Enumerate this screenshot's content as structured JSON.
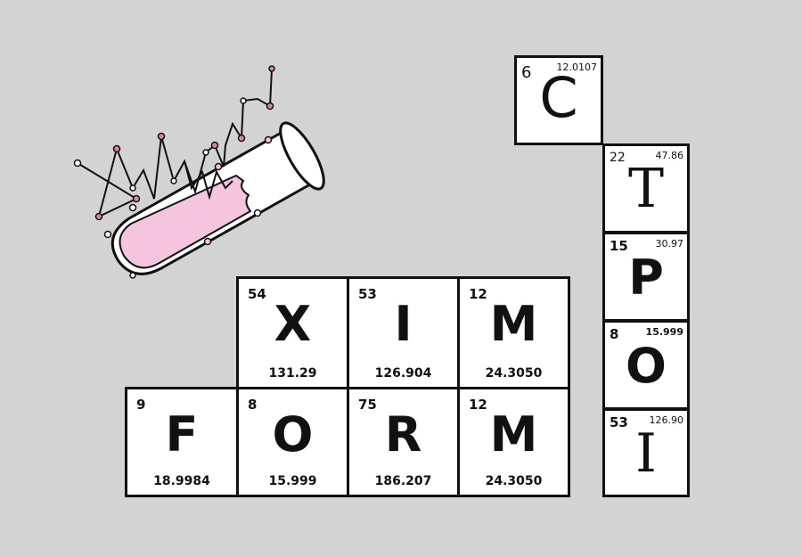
{
  "colors": {
    "background": "#d3d3d3",
    "tile_fill": "#ffffff",
    "tile_border": "#111111",
    "liquid": "#f5c4df",
    "molecule_dot": "#d9869f"
  },
  "icons": {
    "illustration": "test-tube-molecule-icon"
  },
  "horizontal_words": {
    "top_row": [
      {
        "number": "54",
        "symbol": "X",
        "mass": "131.29"
      },
      {
        "number": "53",
        "symbol": "I",
        "mass": "126.904"
      },
      {
        "number": "12",
        "symbol": "M",
        "mass": "24.3050"
      }
    ],
    "bottom_row": [
      {
        "number": "9",
        "symbol": "F",
        "mass": "18.9984"
      },
      {
        "number": "8",
        "symbol": "O",
        "mass": "15.999"
      },
      {
        "number": "75",
        "symbol": "R",
        "mass": "186.207"
      },
      {
        "number": "12",
        "symbol": "M",
        "mass": "24.3050"
      }
    ]
  },
  "vertical_word": [
    {
      "number": "6",
      "symbol": "C",
      "mass": "12.0107"
    },
    {
      "number": "22",
      "symbol": "T",
      "mass": "47.86"
    },
    {
      "number": "15",
      "symbol": "P",
      "mass": "30.97"
    },
    {
      "number": "8",
      "symbol": "O",
      "mass": "15.999"
    },
    {
      "number": "53",
      "symbol": "I",
      "mass": "126.90"
    }
  ]
}
